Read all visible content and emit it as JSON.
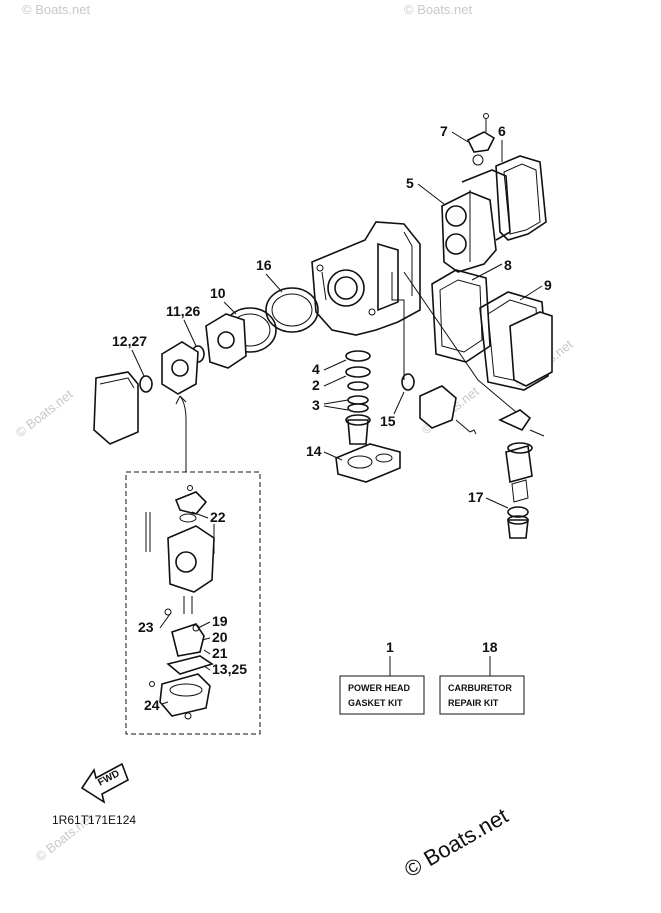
{
  "watermarks": [
    "© Boats.net",
    "© Boats.net",
    "© Boats.net",
    "© Boats.net",
    "© Boats.net",
    "© Boats.net"
  ],
  "copyright_mark": "© Boats.net",
  "drawing_code": "1R61T171E124",
  "fwd_label": "FWD",
  "callouts": {
    "c1": "1",
    "c2": "2",
    "c3": "3",
    "c4": "4",
    "c5": "5",
    "c6": "6",
    "c7": "7",
    "c8": "8",
    "c9": "9",
    "c10": "10",
    "c11": "11,26",
    "c12": "12,27",
    "c13": "13,25",
    "c14": "14",
    "c15": "15",
    "c16": "16",
    "c17": "17",
    "c18": "18",
    "c19": "19",
    "c20": "20",
    "c21": "21",
    "c22": "22",
    "c23": "23",
    "c24": "24"
  },
  "kits": {
    "power_head": {
      "line1": "POWER HEAD",
      "line2": "GASKET KIT"
    },
    "carburetor": {
      "line1": "CARBURETOR",
      "line2": "REPAIR KIT"
    }
  }
}
